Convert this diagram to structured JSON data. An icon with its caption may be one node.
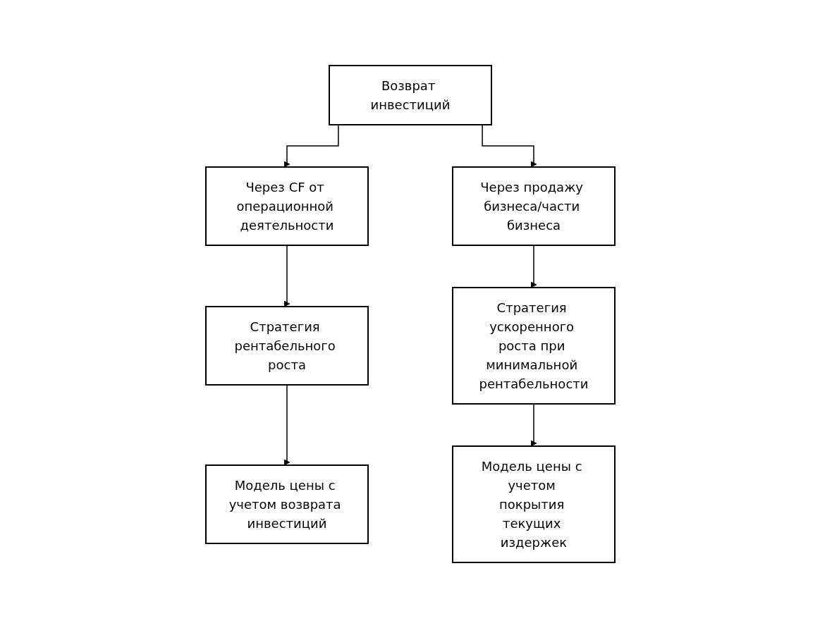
{
  "diagram": {
    "nodes": [
      {
        "text": [
          "Возврат инвестиций"
        ]
      },
      {
        "text": [
          "Через CF от операционной деятельности"
        ]
      },
      {
        "text": [
          "Через продажу бизнеса/части бизнеса"
        ]
      },
      {
        "text": [
          "Стратегия рентабельного роста"
        ]
      },
      {
        "text": [
          "Стратегия ускоренного роста при минимальной рентабельности"
        ]
      },
      {
        "text": [
          "Модель цены с учетом возврата инвестиций"
        ]
      },
      {
        "text": [
          "Модель цены с учетом покрытия текущих издержек"
        ]
      }
    ],
    "edges": [
      {
        "from": 0,
        "to": 1,
        "arrow": "to"
      },
      {
        "from": 0,
        "to": 2,
        "arrow": "to"
      },
      {
        "from": 1,
        "to": 3,
        "arrow": "to"
      },
      {
        "from": 3,
        "to": 5,
        "arrow": "to"
      },
      {
        "from": 2,
        "to": 4,
        "arrow": "to"
      },
      {
        "from": 4,
        "to": 6,
        "arrow": "to"
      }
    ]
  }
}
